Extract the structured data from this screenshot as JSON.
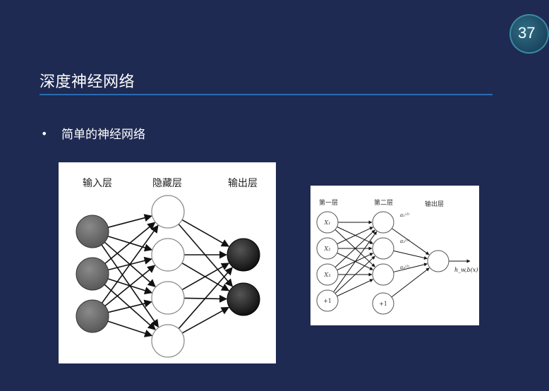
{
  "slide": {
    "page_number": "37",
    "title": "深度神经网络",
    "bullet": "简单的神经网络"
  },
  "figure_left": {
    "layer_labels": [
      "输入层",
      "隐藏层",
      "输出层"
    ],
    "input_nodes": 3,
    "hidden_nodes": 4,
    "output_nodes": 2,
    "colors": {
      "input": "#6b6b6b",
      "hidden": "#ffffff",
      "output": "#1e1e1e"
    }
  },
  "figure_right": {
    "layer_labels": [
      "第一层",
      "第二层",
      "输出层"
    ],
    "input_labels": [
      "X₁",
      "X₂",
      "X₃",
      "+1"
    ],
    "hidden_labels": [
      "a₁⁽²⁾",
      "a₂⁽²⁾",
      "a₃⁽²⁾"
    ],
    "bias_label": "+1",
    "output_label": "h_w,b(x)"
  },
  "colors": {
    "background": "#1e2a52",
    "title_rule": "#2a6bb3",
    "text": "#ffffff"
  }
}
